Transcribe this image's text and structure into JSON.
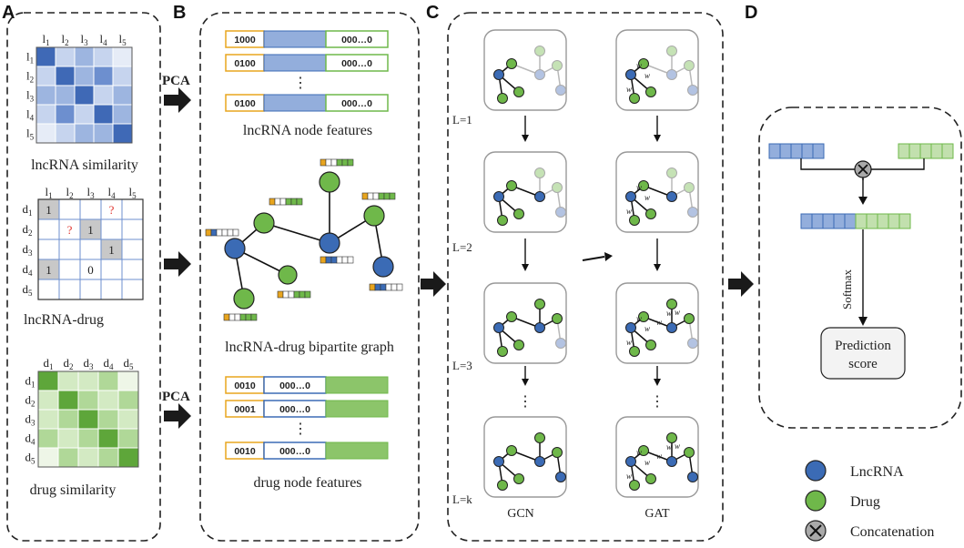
{
  "panels": {
    "a": "A",
    "b": "B",
    "c": "C",
    "d": "D"
  },
  "panel_a": {
    "lnc_sim_caption": "lncRNA similarity",
    "lnc_drug_caption": "lncRNA-drug",
    "drug_sim_caption": "drug similarity",
    "lnc_labels": [
      "l",
      "l",
      "l",
      "l",
      "l"
    ],
    "lnc_subs": [
      "1",
      "2",
      "3",
      "4",
      "5"
    ],
    "drug_labels": [
      "d",
      "d",
      "d",
      "d",
      "d"
    ],
    "drug_subs": [
      "1",
      "2",
      "3",
      "4",
      "5"
    ],
    "assoc_one": "1",
    "assoc_zero": "0",
    "assoc_unknown": "?"
  },
  "pca_label": "PCA",
  "panel_b": {
    "lnc_feature_caption": "lncRNA node features",
    "graph_caption": "lncRNA-drug bipartite graph",
    "drug_feature_caption": "drug node features",
    "lnc_codes": [
      "1000",
      "0100",
      "0100"
    ],
    "drug_codes": [
      "0010",
      "0001",
      "0010"
    ],
    "zero_block": "000…0",
    "vdots": "⋮"
  },
  "panel_c": {
    "layers": [
      "L=1",
      "L=2",
      "L=3",
      "L=k"
    ],
    "gcn_label": "GCN",
    "gat_label": "GAT",
    "weight_symbol": "w"
  },
  "panel_d": {
    "softmax": "Softmax",
    "prediction": "Prediction",
    "score": "score"
  },
  "legend": {
    "lncrna": "LncRNA",
    "drug": "Drug",
    "concat": "Concatenation"
  },
  "colors": {
    "lnc_node": "#3b6bb5",
    "drug_node": "#6fb84a",
    "lnc_code_border": "#e8a51e",
    "drug_code_border": "#6fb84a",
    "blue_bar": "#93aedc",
    "green_bar": "#8cc56a"
  }
}
